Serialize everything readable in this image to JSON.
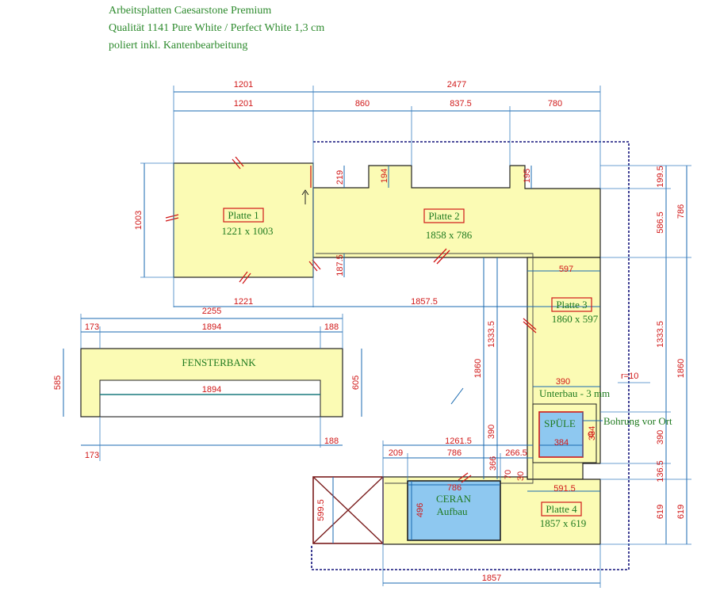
{
  "header": {
    "line1": "Arbeitsplatten Caesarstone Premium",
    "line2": "Qualität 1141 Pure White / Perfect White 1,3 cm",
    "line3": "poliert inkl. Kantenbearbeitung"
  },
  "plates": [
    {
      "name": "Platte 1",
      "size": "1221 x 1003"
    },
    {
      "name": "Platte 2",
      "size": "1858 x 786"
    },
    {
      "name": "Platte 3",
      "size": "1860 x 597"
    },
    {
      "name": "Platte 4",
      "size": "1857 x 619"
    }
  ],
  "labels": {
    "fensterbank": "FENSTERBANK",
    "spuele": "SPÜLE",
    "unterbau": "Unterbau - 3 mm",
    "bohrung": "Bohrung vor Ort",
    "ceran_1": "CERAN",
    "ceran_2": "Aufbau",
    "radius": "r=10"
  },
  "dimensions": {
    "top_1201_a": "1201",
    "top_2477": "2477",
    "top_1201_b": "1201",
    "top_860": "860",
    "top_837_5": "837.5",
    "top_780": "780",
    "d219": "219",
    "d194": "194",
    "d195": "195",
    "d187_5": "187.5",
    "left_1003": "1003",
    "p1_bottom_1221": "1221",
    "p2_bottom_1857_5": "1857.5",
    "fb_2255": "2255",
    "fb_173_top": "173",
    "fb_1894_top": "1894",
    "fb_188_top": "188",
    "fb_585": "585",
    "fb_605": "605",
    "fb_1894_inner": "1894",
    "fb_173_bottom": "173",
    "fb_188_bottom": "188",
    "r_199_5": "199.5",
    "r_586_5": "586.5",
    "r_786": "786",
    "r_1333_5": "1333.5",
    "r_1860": "1860",
    "r_390": "390",
    "r_136_5": "136.5",
    "r_619_a": "619",
    "r_619_b": "619",
    "p3_597": "597",
    "mid_1333_5": "1333.5",
    "mid_1860": "1860",
    "mid_390": "390",
    "sink_390": "390",
    "sink_384_h": "384",
    "sink_384_v": "384",
    "p4_1261_5": "1261.5",
    "p4_209": "209",
    "p4_786": "786",
    "p4_266_5": "266.5",
    "p4_366": "366",
    "p4_70": "70",
    "p4_30": "30",
    "p4_591_5": "591.5",
    "p4_599_5": "599.5",
    "p4_496": "496",
    "p4_786_inner": "786",
    "p4_bottom_1857": "1857"
  },
  "colors": {
    "plate_fill": "#fbfbb4",
    "dim_text": "#d01818",
    "dim_line": "#1a6ab0",
    "label_text": "#1f7a1f",
    "outline_dotted": "#10107a",
    "cooktop": "#8ec8f0"
  }
}
